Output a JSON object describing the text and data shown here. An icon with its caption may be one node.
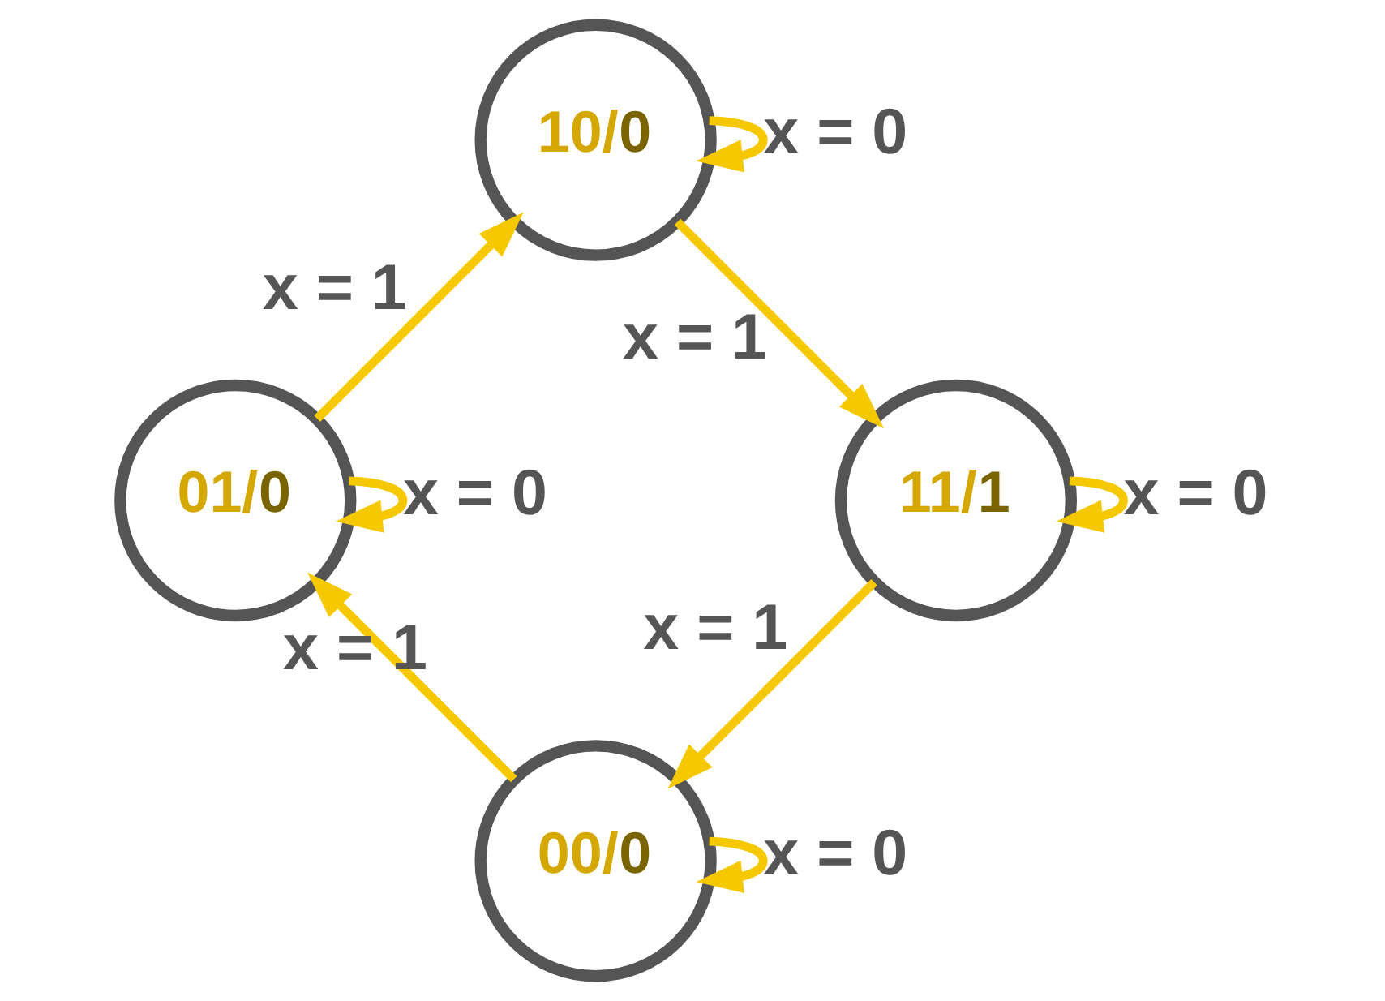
{
  "diagram": {
    "nodes": [
      {
        "text": [
          "00/0"
        ]
      },
      {
        "text": [
          "01/0"
        ]
      },
      {
        "text": [
          "10/0"
        ]
      },
      {
        "text": [
          "11/1"
        ]
      }
    ],
    "edges": [
      {
        "from": 0,
        "to": 0,
        "arrow": "to",
        "label": "x = 0"
      },
      {
        "from": 0,
        "to": 1,
        "arrow": "to",
        "label": "x = 1"
      },
      {
        "from": 1,
        "to": 1,
        "arrow": "to",
        "label": "x = 0"
      },
      {
        "from": 1,
        "to": 2,
        "arrow": "to",
        "label": "x = 1"
      },
      {
        "from": 2,
        "to": 2,
        "arrow": "to",
        "label": "x = 0"
      },
      {
        "from": 2,
        "to": 3,
        "arrow": "to",
        "label": "x = 1"
      },
      {
        "from": 3,
        "to": 3,
        "arrow": "to",
        "label": "x = 0"
      },
      {
        "from": 3,
        "to": 0,
        "arrow": "to",
        "label": "x = 1"
      }
    ]
  }
}
